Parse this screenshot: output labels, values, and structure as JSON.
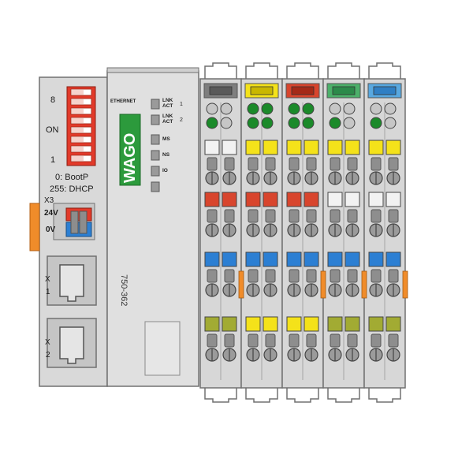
{
  "controller": {
    "switch_labels": {
      "top": "8",
      "on": "ON",
      "bottom": "1"
    },
    "mode_lines": [
      "0: BootP",
      "255: DHCP"
    ],
    "power": {
      "connector": "X3",
      "v24": "24V",
      "v0": "0V"
    },
    "ports": [
      {
        "name": "X",
        "index": "1"
      },
      {
        "name": "X",
        "index": "2"
      }
    ],
    "ethernet_label": "ETHERNET",
    "brand": "WAGO",
    "model": "750-362",
    "leds": [
      {
        "label": "LNK\nACT",
        "suffix": "1"
      },
      {
        "label": "LNK\nACT",
        "suffix": "2"
      },
      {
        "label": "MS",
        "suffix": ""
      },
      {
        "label": "NS",
        "suffix": ""
      },
      {
        "label": "IO",
        "suffix": ""
      },
      {
        "label": "",
        "suffix": ""
      }
    ]
  },
  "colors": {
    "housing": "#dcdcdc",
    "outline": "#6f6f6f",
    "dip": "#e23a2a",
    "led_green": "#1b8a2a",
    "led_grey": "#c6c6c6",
    "yellow": "#f4e21a",
    "red": "#d8452d",
    "blue": "#2c7fd3",
    "olive": "#a2ab33",
    "orange": "#f08c2a",
    "white": "#f2f2f2"
  },
  "modules": [
    {
      "cap": "#7e7e7e",
      "cap_inner": "#5a5a5a",
      "leds": [
        "grey",
        "grey",
        "green",
        "grey"
      ],
      "row1": "white",
      "row2": "red",
      "row3": "blue",
      "row4": "olive",
      "side_orange": false
    },
    {
      "cap": "#f4e21a",
      "cap_inner": "#c9b700",
      "leds": [
        "green",
        "green",
        "green",
        "green"
      ],
      "row1": "yellow",
      "row2": "red",
      "row3": "blue",
      "row4": "yellow",
      "side_orange": true
    },
    {
      "cap": "#d8452d",
      "cap_inner": "#a52a17",
      "leds": [
        "green",
        "green",
        "green",
        "green"
      ],
      "row1": "yellow",
      "row2": "red",
      "row3": "blue",
      "row4": "yellow",
      "side_orange": false
    },
    {
      "cap": "#4cb06a",
      "cap_inner": "#2c8a4a",
      "leds": [
        "grey",
        "grey",
        "green",
        "grey"
      ],
      "row1": "yellow",
      "row2": "white",
      "row3": "blue",
      "row4": "olive",
      "side_orange": true
    },
    {
      "cap": "#58a8e0",
      "cap_inner": "#2f7fc4",
      "leds": [
        "grey",
        "grey",
        "green",
        "grey"
      ],
      "row1": "yellow",
      "row2": "white",
      "row3": "blue",
      "row4": "olive",
      "side_orange": true
    }
  ]
}
